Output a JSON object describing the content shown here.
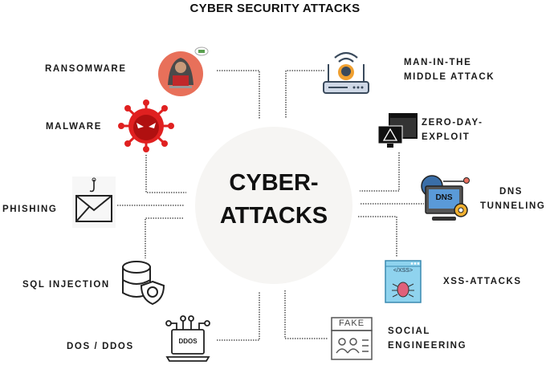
{
  "title": "CYBER SECURITY ATTACKS",
  "hub": {
    "line1": "CYBER-",
    "line2": "ATTACKS"
  },
  "left": [
    {
      "label": "RANSOMWARE",
      "icon": "hacker-laptop-icon"
    },
    {
      "label": "MALWARE",
      "icon": "virus-icon"
    },
    {
      "label": "PHISHING",
      "icon": "envelope-hook-icon"
    },
    {
      "label": "SQL INJECTION",
      "icon": "database-shield-icon"
    },
    {
      "label": "DOS / DDOS",
      "icon": "ddos-laptop-icon"
    }
  ],
  "right": [
    {
      "line1": "MAN-IN-THE",
      "line2": "MIDDLE ATTACK",
      "icon": "router-skull-icon"
    },
    {
      "line1": "ZERO-DAY-",
      "line2": "EXPLOIT",
      "icon": "monitor-warning-icon"
    },
    {
      "line1": "DNS",
      "line2": "TUNNELING",
      "icon": "dns-monitor-icon"
    },
    {
      "line1": "XSS-ATTACKS",
      "icon": "xss-bug-icon"
    },
    {
      "line1": "SOCIAL",
      "line2": "ENGINEERING",
      "icon": "fake-profile-icon"
    }
  ],
  "icon_text": {
    "ddos": "DDOS",
    "dns": "DNS",
    "xss": "</XSS>",
    "fake": "FAKE"
  },
  "colors": {
    "hub": "#f6f5f3",
    "malware": "#e02020",
    "ransomware_bg": "#e8705a",
    "accent_orange": "#f0a030",
    "accent_blue": "#3a6ea8",
    "xss_bg": "#8fd3ee"
  }
}
